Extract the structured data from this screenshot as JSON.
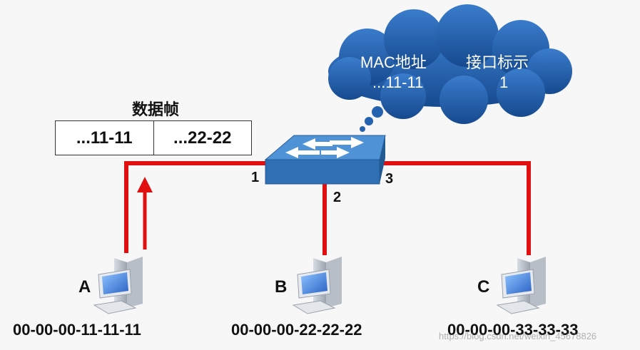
{
  "frame": {
    "title": "数据帧",
    "source": "...11-11",
    "destination": "...22-22"
  },
  "mac_table": {
    "col1_header": "MAC地址",
    "col2_header": "接口标示",
    "row1_mac": "...11-11",
    "row1_port": "1"
  },
  "switch": {
    "ports": [
      "1",
      "2",
      "3"
    ]
  },
  "hosts": [
    {
      "name": "A",
      "mac": "00-00-00-11-11-11"
    },
    {
      "name": "B",
      "mac": "00-00-00-22-22-22"
    },
    {
      "name": "C",
      "mac": "00-00-00-33-33-33"
    }
  ],
  "watermark": "https://blog.csdn.net/weixin_45678826",
  "colors": {
    "link": "#e01010",
    "cloud": "#1f5aa8",
    "switch_top": "#4a8fd0",
    "switch_front": "#2f6fb4"
  }
}
